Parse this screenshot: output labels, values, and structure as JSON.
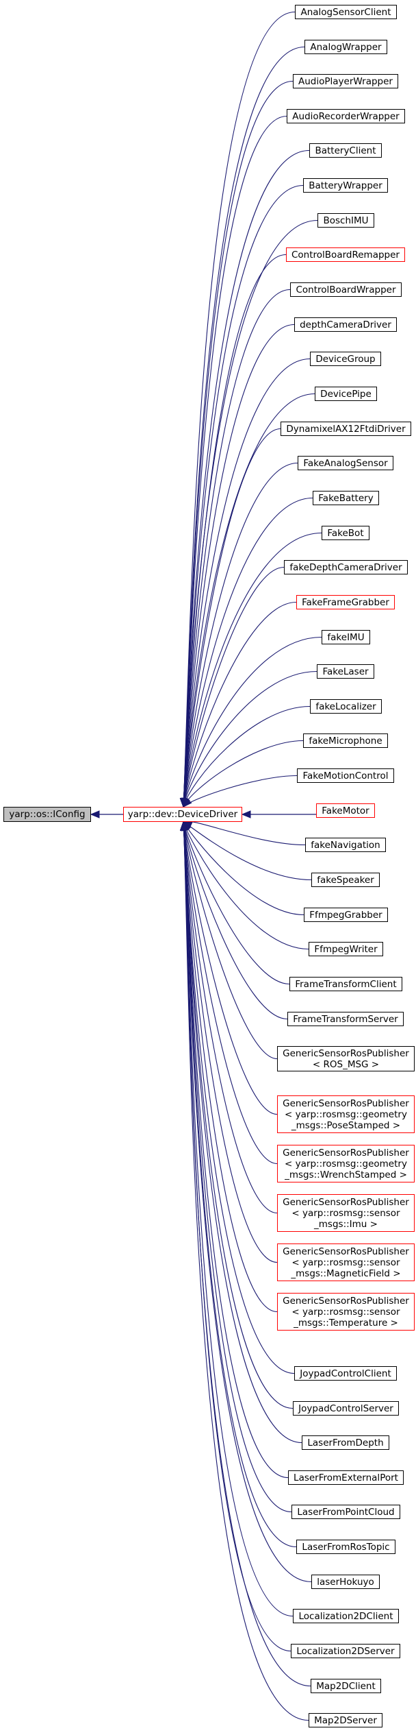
{
  "colors": {
    "edge": "#191970",
    "box_border": "#000000",
    "box_border_red": "#ff0000",
    "root_fill": "#bfbfbf",
    "background": "#ffffff"
  },
  "root": {
    "lines": [
      "yarp::os::IConfig"
    ]
  },
  "base": {
    "lines": [
      "yarp::dev::DeviceDriver"
    ],
    "red": true
  },
  "children": [
    {
      "lines": [
        "AnalogSensorClient"
      ]
    },
    {
      "lines": [
        "AnalogWrapper"
      ]
    },
    {
      "lines": [
        "AudioPlayerWrapper"
      ]
    },
    {
      "lines": [
        "AudioRecorderWrapper"
      ]
    },
    {
      "lines": [
        "BatteryClient"
      ]
    },
    {
      "lines": [
        "BatteryWrapper"
      ]
    },
    {
      "lines": [
        "BoschIMU"
      ]
    },
    {
      "lines": [
        "ControlBoardRemapper"
      ],
      "red": true
    },
    {
      "lines": [
        "ControlBoardWrapper"
      ]
    },
    {
      "lines": [
        "depthCameraDriver"
      ]
    },
    {
      "lines": [
        "DeviceGroup"
      ]
    },
    {
      "lines": [
        "DevicePipe"
      ]
    },
    {
      "lines": [
        "DynamixelAX12FtdiDriver"
      ]
    },
    {
      "lines": [
        "FakeAnalogSensor"
      ]
    },
    {
      "lines": [
        "FakeBattery"
      ]
    },
    {
      "lines": [
        "FakeBot"
      ]
    },
    {
      "lines": [
        "fakeDepthCameraDriver"
      ]
    },
    {
      "lines": [
        "FakeFrameGrabber"
      ],
      "red": true
    },
    {
      "lines": [
        "fakeIMU"
      ]
    },
    {
      "lines": [
        "FakeLaser"
      ]
    },
    {
      "lines": [
        "fakeLocalizer"
      ]
    },
    {
      "lines": [
        "fakeMicrophone"
      ]
    },
    {
      "lines": [
        "FakeMotionControl"
      ]
    },
    {
      "lines": [
        "FakeMotor"
      ],
      "red": true,
      "sameRow": true
    },
    {
      "lines": [
        "fakeNavigation"
      ]
    },
    {
      "lines": [
        "fakeSpeaker"
      ]
    },
    {
      "lines": [
        "FfmpegGrabber"
      ]
    },
    {
      "lines": [
        "FfmpegWriter"
      ]
    },
    {
      "lines": [
        "FrameTransformClient"
      ]
    },
    {
      "lines": [
        "FrameTransformServer"
      ]
    },
    {
      "lines": [
        "GenericSensorRosPublisher",
        "< ROS_MSG >"
      ]
    },
    {
      "lines": [
        "GenericSensorRosPublisher",
        "< yarp::rosmsg::geometry",
        "_msgs::PoseStamped >"
      ],
      "red": true
    },
    {
      "lines": [
        "GenericSensorRosPublisher",
        "< yarp::rosmsg::geometry",
        "_msgs::WrenchStamped >"
      ],
      "red": true
    },
    {
      "lines": [
        "GenericSensorRosPublisher",
        "< yarp::rosmsg::sensor",
        "_msgs::Imu >"
      ],
      "red": true
    },
    {
      "lines": [
        "GenericSensorRosPublisher",
        "< yarp::rosmsg::sensor",
        "_msgs::MagneticField >"
      ],
      "red": true
    },
    {
      "lines": [
        "GenericSensorRosPublisher",
        "< yarp::rosmsg::sensor",
        "_msgs::Temperature >"
      ],
      "red": true
    },
    {
      "lines": [
        "JoypadControlClient"
      ]
    },
    {
      "lines": [
        "JoypadControlServer"
      ]
    },
    {
      "lines": [
        "LaserFromDepth"
      ]
    },
    {
      "lines": [
        "LaserFromExternalPort"
      ]
    },
    {
      "lines": [
        "LaserFromPointCloud"
      ]
    },
    {
      "lines": [
        "LaserFromRosTopic"
      ]
    },
    {
      "lines": [
        "laserHokuyo"
      ]
    },
    {
      "lines": [
        "Localization2DClient"
      ]
    },
    {
      "lines": [
        "Localization2DServer"
      ]
    },
    {
      "lines": [
        "Map2DClient"
      ]
    },
    {
      "lines": [
        "Map2DServer"
      ]
    }
  ]
}
